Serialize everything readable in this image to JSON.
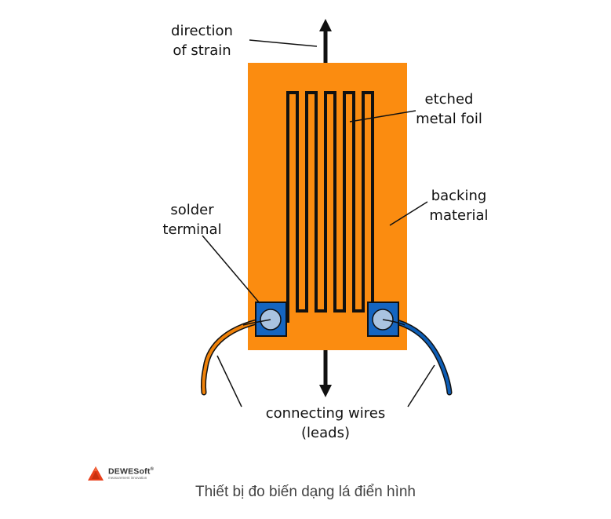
{
  "labels": {
    "direction": "direction\nof strain",
    "foil": "etched\nmetal foil",
    "backing": "backing\nmaterial",
    "solder": "solder\nterminal",
    "wires": "connecting wires\n(leads)"
  },
  "brand": {
    "name": "DEWESoft",
    "registered": "®",
    "tagline": "measurement innovation"
  },
  "caption": "Thiết bị đo biến dạng lá điển hình",
  "colors": {
    "backing": "#fb8c10",
    "foil": "#111111",
    "terminal_square": "#1565c0",
    "terminal_disc": "#a9c3e0",
    "wire_left": "#f0820a",
    "wire_right": "#0d5db5",
    "brand_red": "#e8401c"
  }
}
